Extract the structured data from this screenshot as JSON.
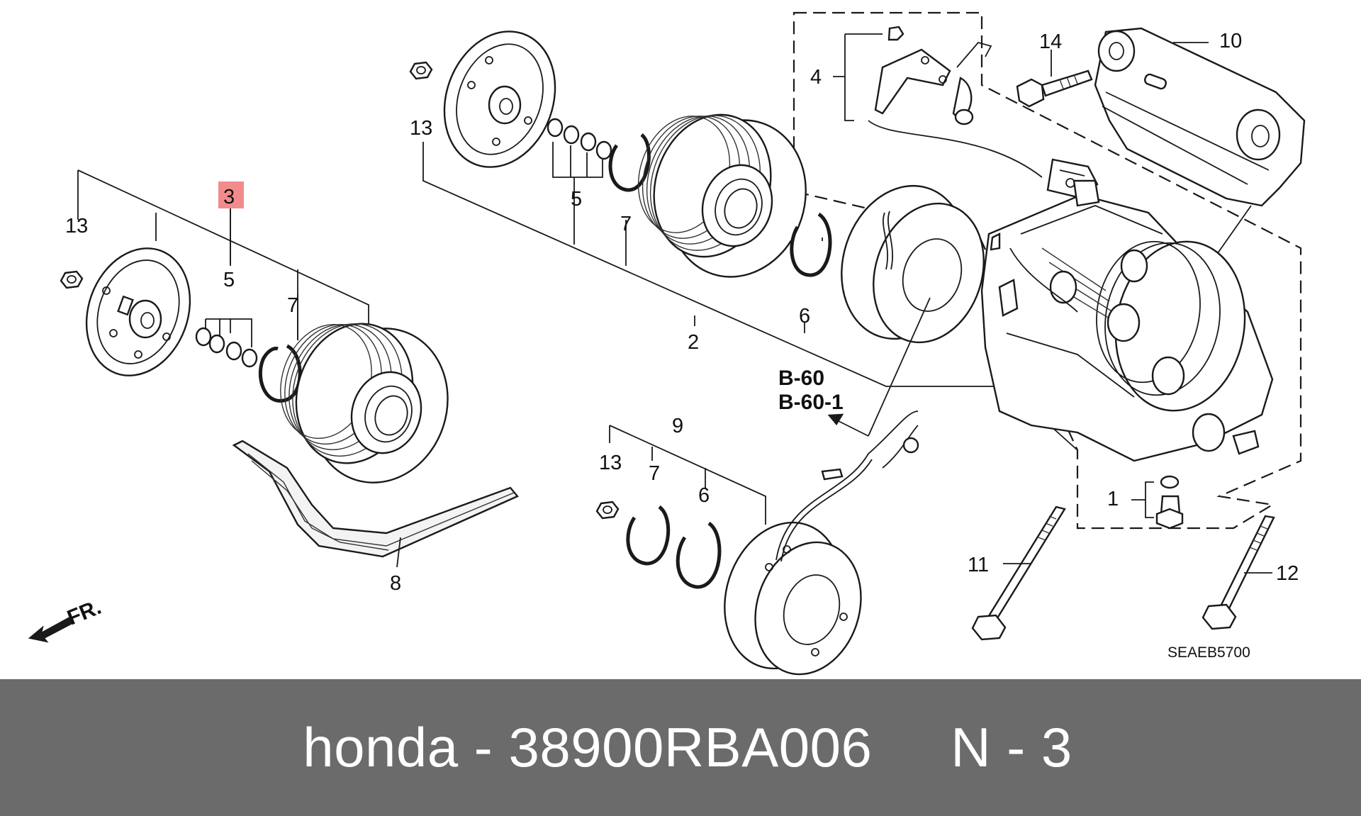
{
  "diagram": {
    "callouts": {
      "c1": "1",
      "c2": "2",
      "c3": "3",
      "c4": "4",
      "c5a": "5",
      "c5b": "5",
      "c6a": "6",
      "c6b": "6",
      "c7a": "7",
      "c7b": "7",
      "c7c": "7",
      "c8": "8",
      "c9": "9",
      "c10": "10",
      "c11": "11",
      "c12": "12",
      "c13a": "13",
      "c13b": "13",
      "c13c": "13",
      "c14": "14"
    },
    "highlighted_callout": "3",
    "highlight_color": "#f28b8b",
    "reference_1": "B-60",
    "reference_2": "B-60-1",
    "front_indicator": "FR.",
    "diagram_code": "SEAEB5700"
  },
  "footer": {
    "text": "honda - 38900RBA006     N - 3",
    "background_color": "#6b6b6b"
  }
}
